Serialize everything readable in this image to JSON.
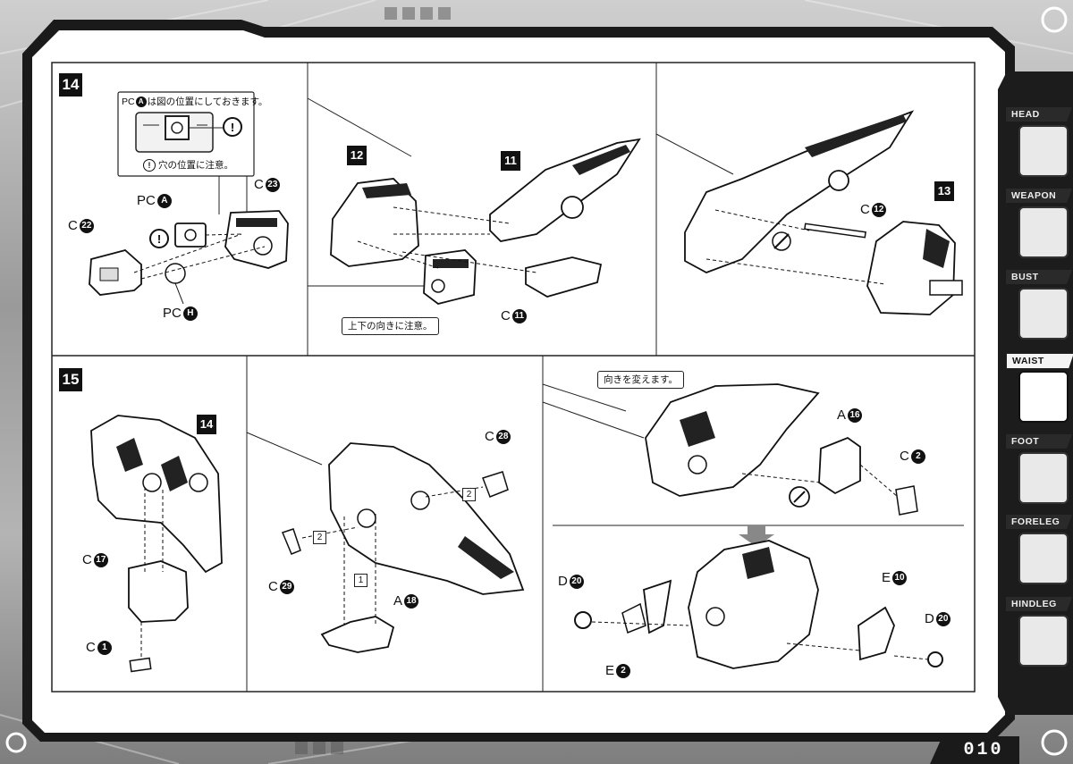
{
  "page": {
    "number": "010"
  },
  "nav_tabs": [
    {
      "label": "HEAD",
      "active": false,
      "icon": "head-icon"
    },
    {
      "label": "WEAPON",
      "active": false,
      "icon": "weapon-icon"
    },
    {
      "label": "BUST",
      "active": false,
      "icon": "bust-icon"
    },
    {
      "label": "WAIST",
      "active": true,
      "icon": "waist-icon"
    },
    {
      "label": "FOOT",
      "active": false,
      "icon": "foot-icon"
    },
    {
      "label": "FORELEG",
      "active": false,
      "icon": "foreleg-icon"
    },
    {
      "label": "HINDLEG",
      "active": false,
      "icon": "hindleg-icon"
    }
  ],
  "step14": {
    "number": "14",
    "note_top": "PC",
    "note_top_circ": "A",
    "note_top_text": "は図の位置にしておきます。",
    "note_hole_circ": "!",
    "note_hole_text": "穴の位置に注意。",
    "note_updown": "上下の向きに注意。",
    "parts": {
      "c22": {
        "letter": "C",
        "num": "22"
      },
      "c23": {
        "letter": "C",
        "num": "23"
      },
      "pca": {
        "letter": "PC",
        "num": "A"
      },
      "pch": {
        "letter": "PC",
        "num": "H"
      },
      "c11": {
        "letter": "C",
        "num": "11"
      },
      "c12": {
        "letter": "C",
        "num": "12"
      }
    },
    "sub_badges": {
      "b12": "12",
      "b11": "11",
      "b13": "13"
    }
  },
  "step15": {
    "number": "15",
    "note_turn": "向きを変えます。",
    "parts": {
      "c17": {
        "letter": "C",
        "num": "17"
      },
      "c1": {
        "letter": "C",
        "num": "1"
      },
      "c28": {
        "letter": "C",
        "num": "28"
      },
      "c29": {
        "letter": "C",
        "num": "29"
      },
      "a18": {
        "letter": "A",
        "num": "18"
      },
      "a16": {
        "letter": "A",
        "num": "16"
      },
      "c2": {
        "letter": "C",
        "num": "2"
      },
      "d20a": {
        "letter": "D",
        "num": "20"
      },
      "d20b": {
        "letter": "D",
        "num": "20"
      },
      "e2": {
        "letter": "E",
        "num": "2"
      },
      "e10": {
        "letter": "E",
        "num": "10"
      }
    },
    "sub_badges": {
      "b14": "14"
    },
    "order_marks": {
      "o1": "1",
      "o2a": "2",
      "o2b": "2"
    }
  },
  "colors": {
    "frame_dark": "#1a1a1a",
    "panel_bg": "#ffffff",
    "tab_dark": "#2a2a2a"
  }
}
